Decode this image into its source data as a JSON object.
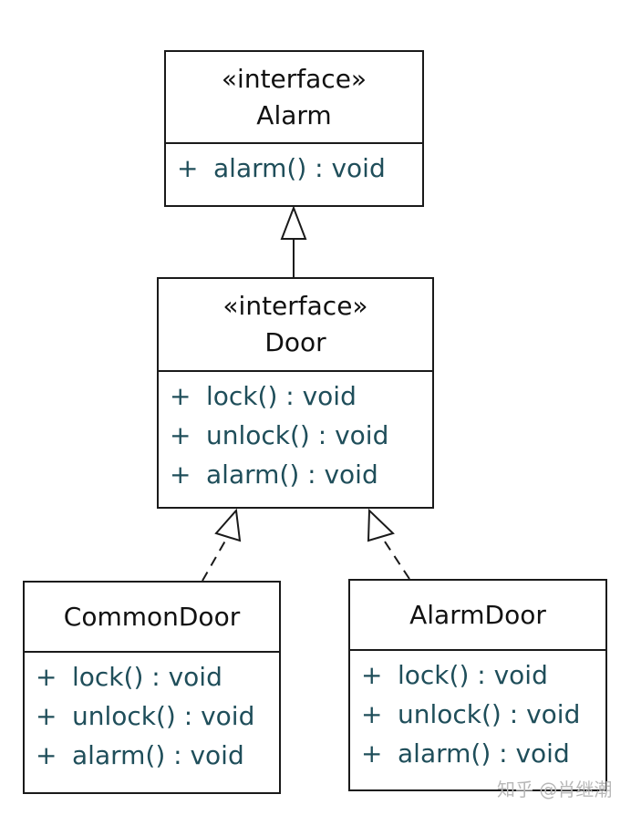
{
  "classes": {
    "alarm": {
      "stereotype": "«interface»",
      "name": "Alarm",
      "operations": [
        {
          "visibility": "+",
          "signature": "alarm() : void"
        }
      ]
    },
    "door": {
      "stereotype": "«interface»",
      "name": "Door",
      "operations": [
        {
          "visibility": "+",
          "signature": "lock() : void"
        },
        {
          "visibility": "+",
          "signature": "unlock() : void"
        },
        {
          "visibility": "+",
          "signature": "alarm() : void"
        }
      ]
    },
    "common_door": {
      "name": "CommonDoor",
      "operations": [
        {
          "visibility": "+",
          "signature": "lock() : void"
        },
        {
          "visibility": "+",
          "signature": "unlock() : void"
        },
        {
          "visibility": "+",
          "signature": "alarm() : void"
        }
      ]
    },
    "alarm_door": {
      "name": "AlarmDoor",
      "operations": [
        {
          "visibility": "+",
          "signature": "lock() : void"
        },
        {
          "visibility": "+",
          "signature": "unlock() : void"
        },
        {
          "visibility": "+",
          "signature": "alarm() : void"
        }
      ]
    }
  },
  "relationships": [
    {
      "from": "Door",
      "to": "Alarm",
      "kind": "generalization"
    },
    {
      "from": "CommonDoor",
      "to": "Door",
      "kind": "realization"
    },
    {
      "from": "AlarmDoor",
      "to": "Door",
      "kind": "realization"
    }
  ],
  "watermark": "知乎 @肖继潮",
  "colors": {
    "line": "#1a1a1a",
    "operation_text": "#1f4e5a",
    "watermark": "#b8b8b8"
  }
}
